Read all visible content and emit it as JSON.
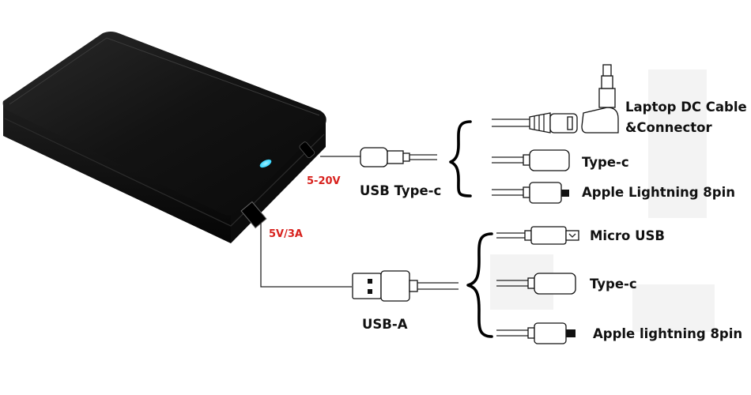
{
  "voltage": {
    "typec_out": "5-20V",
    "usba_out": "5V/3A"
  },
  "ports": {
    "typec": "USB Type-c",
    "usba": "USB-A"
  },
  "typec_cables": {
    "laptop_line1": "Laptop DC Cable",
    "laptop_line2": "&Connector",
    "typec": "Type-c",
    "lightning": "Apple Lightning 8pin"
  },
  "usba_cables": {
    "micro": "Micro USB",
    "typec": "Type-c",
    "lightning": "Apple lightning 8pin"
  },
  "colors": {
    "device_body": "#141414",
    "indicator_led": "#2fd4ff",
    "voltage_text": "#d8221e"
  }
}
